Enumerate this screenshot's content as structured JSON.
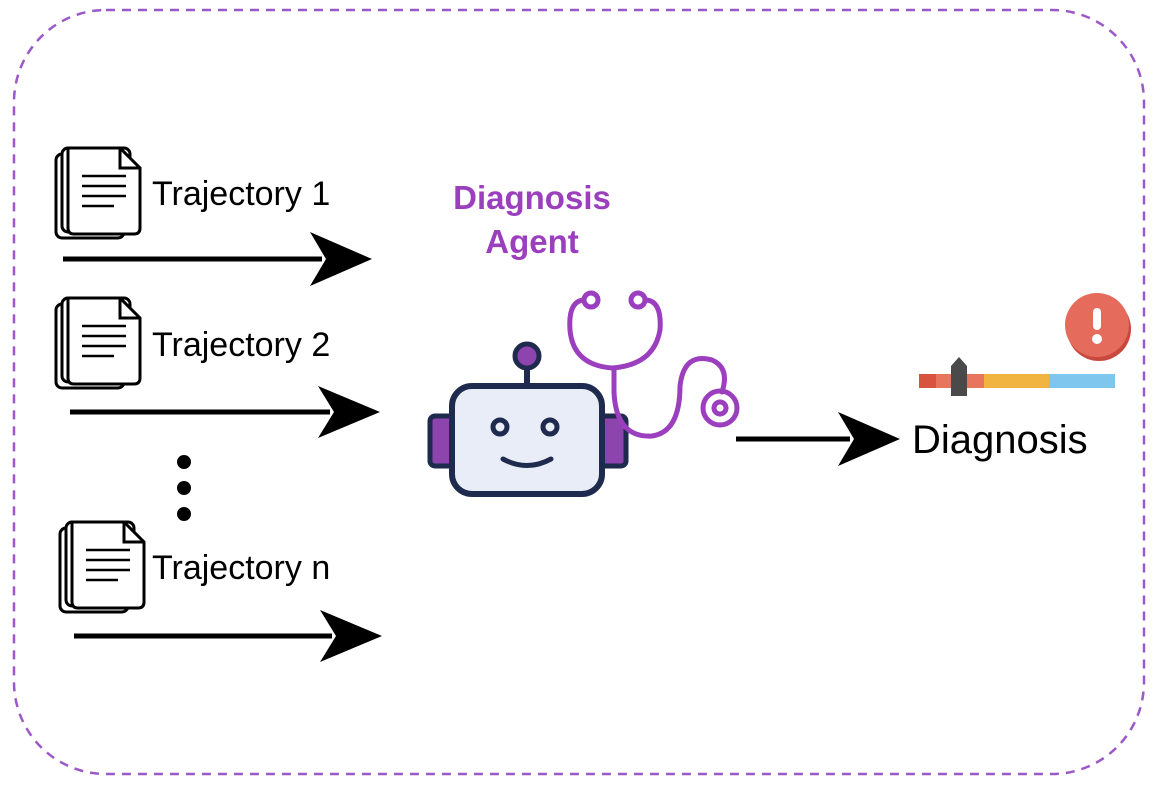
{
  "trajectories": [
    {
      "label": "Trajectory 1"
    },
    {
      "label": "Trajectory 2"
    },
    {
      "label": "Trajectory n"
    }
  ],
  "ellipsis": "⋮",
  "agent": {
    "title_line1": "Diagnosis",
    "title_line2": "Agent"
  },
  "output": {
    "label": "Diagnosis"
  },
  "icons": {
    "document": "document-stack-icon",
    "robot": "robot-icon",
    "stethoscope": "stethoscope-icon",
    "alert": "exclamation-alert-icon",
    "gauge": "severity-bar-icon"
  },
  "colors": {
    "border": "#9b59c7",
    "agent_text": "#9b3fbf",
    "robot_outline": "#1f2a4f",
    "robot_face": "#e8edf7",
    "robot_accent": "#8e44ad",
    "alert": "#e56b5d",
    "bar_red": "#d9543f",
    "bar_salmon": "#e8765f",
    "bar_yellow": "#f2b441",
    "bar_blue": "#7fc6ee",
    "marker": "#4a4a4a"
  }
}
